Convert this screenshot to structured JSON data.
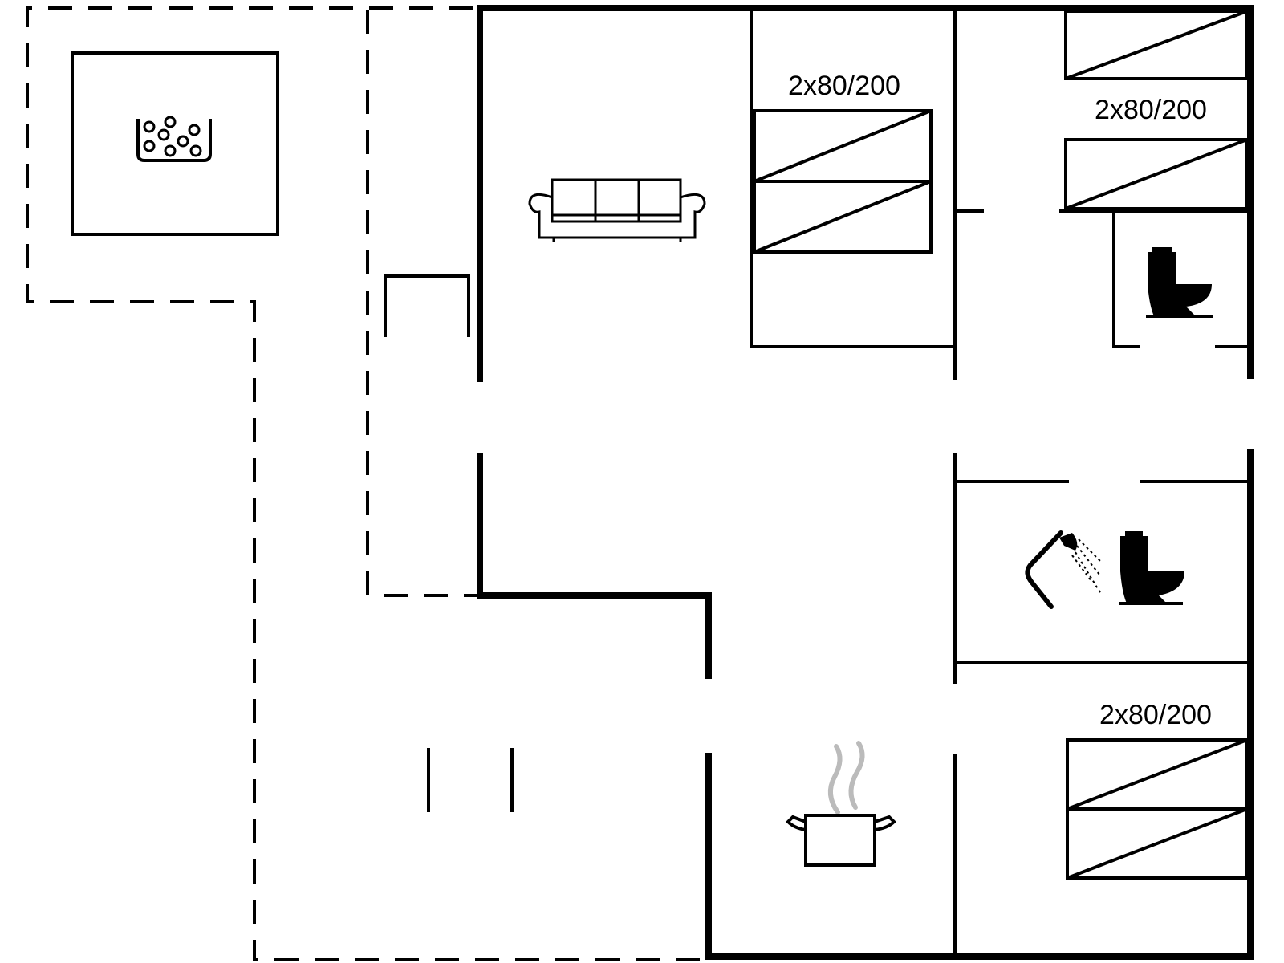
{
  "plan": {
    "beds": [
      {
        "label": "2x80/200"
      },
      {
        "label": "2x80/200"
      },
      {
        "label": "2x80/200"
      }
    ],
    "icons": [
      {
        "name": "hot-tub-icon"
      },
      {
        "name": "sofa-icon"
      },
      {
        "name": "toilet-icon"
      },
      {
        "name": "shower-icon"
      },
      {
        "name": "toilet-icon"
      },
      {
        "name": "cooking-pot-icon"
      }
    ],
    "colors": {
      "line": "#000000",
      "steam": "#bbbbbb",
      "background": "#ffffff"
    }
  }
}
